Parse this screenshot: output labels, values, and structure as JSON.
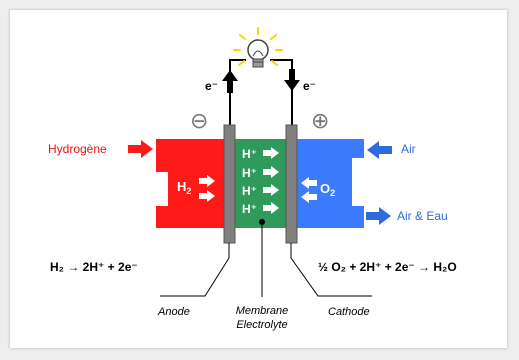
{
  "colors": {
    "anode_gas": "#ff1a1a",
    "membrane": "#2f9a5a",
    "cathode_gas": "#3b7bff",
    "electrode": "#7f7f7f",
    "label_red": "#e41414",
    "label_blue": "#2e6bdc",
    "bulb_glow": "#f5e000"
  },
  "labels": {
    "hydrogen_in": "Hydrogène",
    "air_in": "Air",
    "air_water_out": "Air & Eau",
    "h2": "H",
    "h2_sub": "2",
    "o2": "O",
    "o2_sub": "2",
    "protons": [
      "H⁺",
      "H⁺",
      "H⁺",
      "H⁺"
    ],
    "electron_left": "e⁻",
    "electron_right": "e⁻",
    "anode_sign": "⊖",
    "cathode_sign": "⊕",
    "anode_reaction": "H₂ → 2H⁺ + 2e⁻",
    "cathode_reaction": "½ O₂ + 2H⁺ + 2e⁻ → H₂O",
    "anode": "Anode",
    "membrane_line1": "Membrane",
    "membrane_line2": "Electrolyte",
    "cathode": "Cathode"
  },
  "icons": {
    "bulb": "light-bulb-icon"
  }
}
